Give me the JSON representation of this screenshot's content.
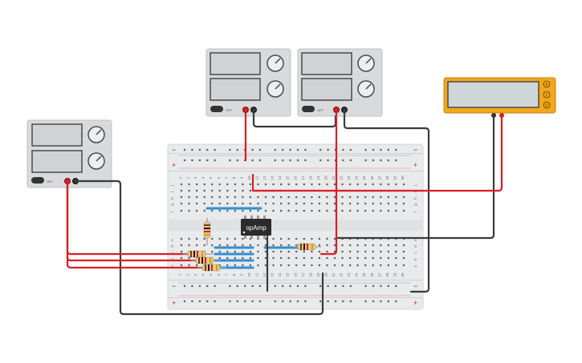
{
  "canvas": {
    "background": "#ffffff"
  },
  "power_supply": {
    "button_label": "OFF",
    "body_color": "#d9dadb",
    "display_color": "#cfd3d6"
  },
  "multimeter": {
    "modes": [
      "A",
      "V",
      "Ω"
    ],
    "body_color": "#f2a71a",
    "screen_color": "#cfd6da"
  },
  "breadboard": {
    "body_color": "#e9eaeb",
    "rail_plus_symbol": "+",
    "rail_minus_symbol": "−",
    "column_numbers": [
      "1",
      "2",
      "3",
      "4",
      "5",
      "6",
      "7",
      "8",
      "9",
      "10",
      "11",
      "12",
      "13",
      "14",
      "15",
      "16",
      "17",
      "18",
      "19",
      "20",
      "21",
      "22",
      "23",
      "24",
      "25",
      "26",
      "27",
      "28",
      "29",
      "30"
    ],
    "top_row_letters": [
      "j",
      "i",
      "h",
      "g",
      "f"
    ],
    "bottom_row_letters": [
      "e",
      "d",
      "c",
      "b",
      "a"
    ]
  },
  "opamp_chip": {
    "label": "opAmp",
    "color": "#2b2b2b"
  },
  "wire_colors": {
    "red": "#d91f26",
    "black": "#3a3a3a",
    "blue": "#2f8fd6"
  }
}
